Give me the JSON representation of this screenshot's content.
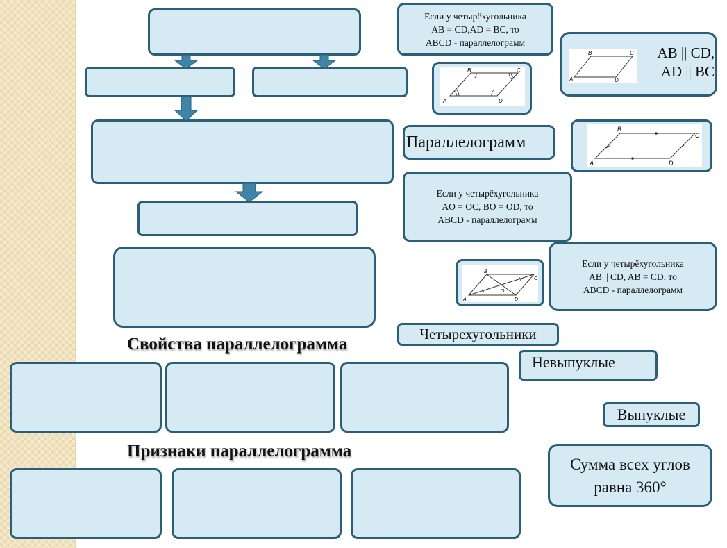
{
  "cards": {
    "card1": "Если у четырёхугольника\nAB = CD,AD = BC, то\nABCD -  параллелограмм",
    "card2": "AB || CD,\nAD || BC",
    "card3": "Параллелограмм",
    "card4": "Если у четырёхугольника\nAO = OC, BO = OD, то\nABCD -  параллелограмм",
    "card5": "Если у четырёхугольника\nAB || CD, AB = CD, то\nABCD -  параллелограмм",
    "card6": "Четырехугольники",
    "card7": "Невыпуклые",
    "card8": "Выпуклые",
    "card9": "Сумма всех углов\nравна 360°"
  },
  "headings": {
    "properties": "Свойства параллелограмма",
    "signs": "Признаки параллелограмма"
  },
  "figure_labels": {
    "A": "A",
    "B": "B",
    "C": "C",
    "D": "D",
    "O": "O"
  },
  "colors": {
    "box_fill": "#d6eaf3",
    "box_border": "#2b5f78",
    "arrow": "#3f86a6",
    "sidebar": "#f2e3c0"
  }
}
